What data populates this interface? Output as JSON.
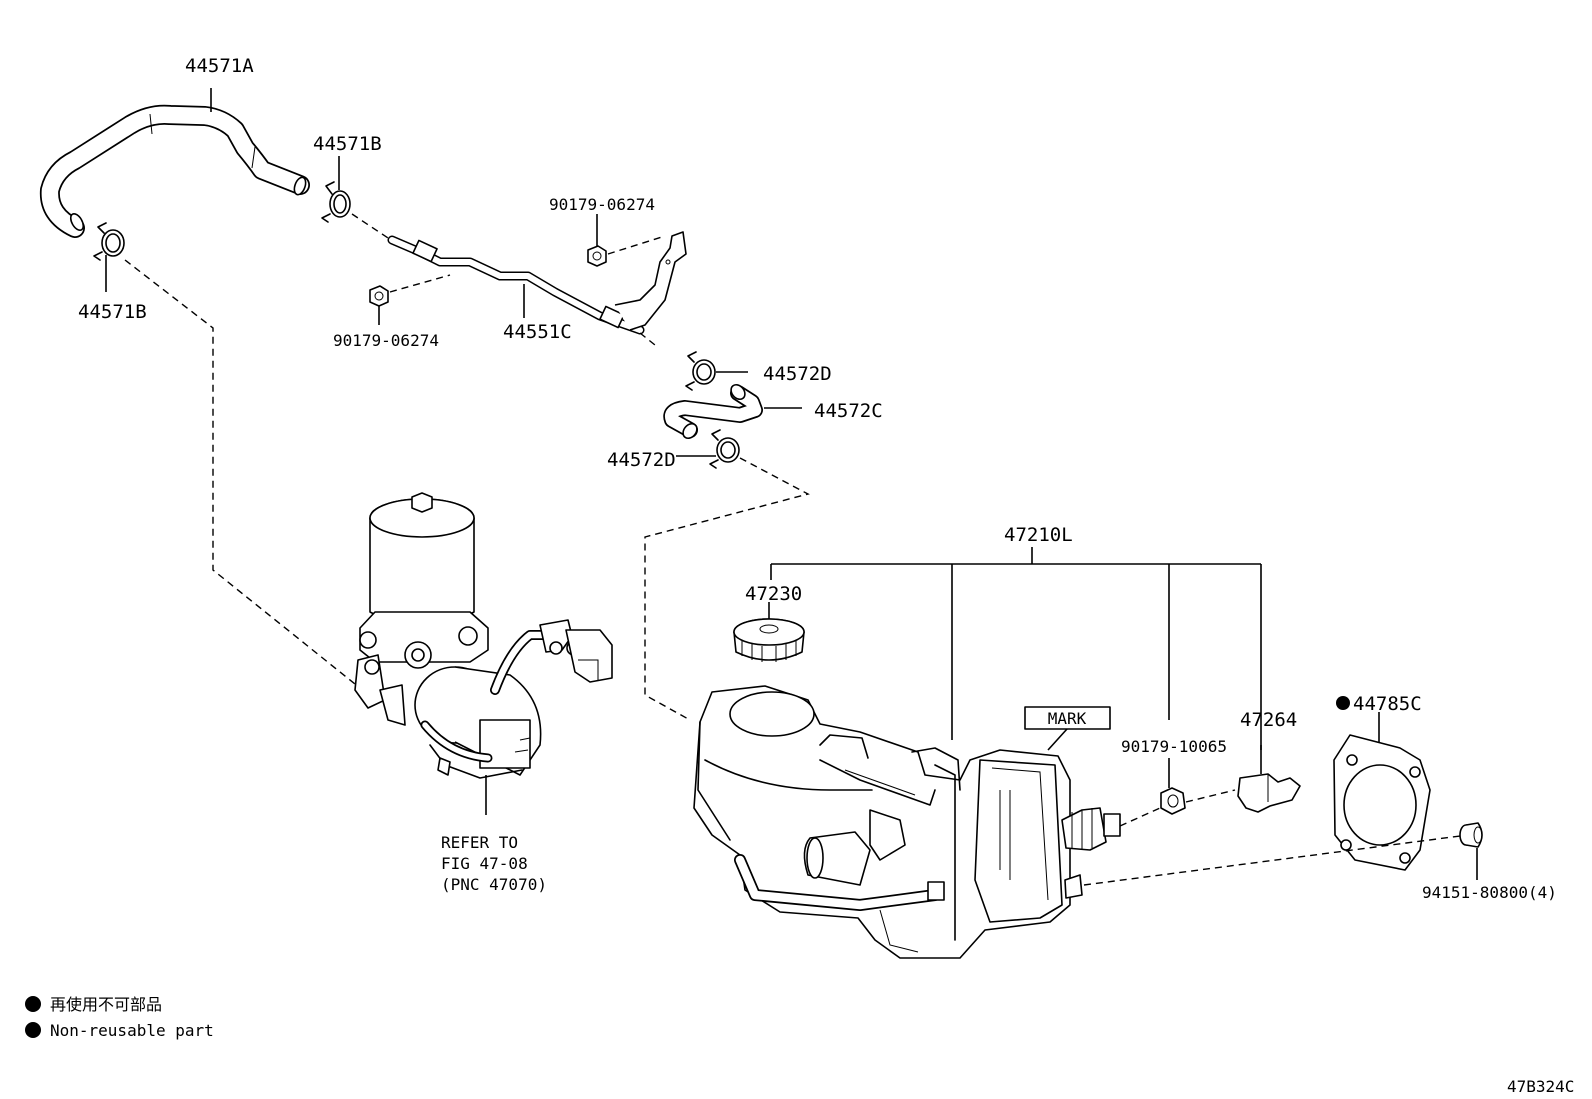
{
  "callouts": {
    "hose_a": "44571A",
    "clamp_b_top": "44571B",
    "clamp_b_left": "44571B",
    "nut_top": "90179-06274",
    "nut_left": "90179-06274",
    "pipe_c": "44551C",
    "clamp_d_top": "44572D",
    "hose_c": "44572C",
    "clamp_d_bottom": "44572D",
    "master_cylinder_assy": "47210L",
    "reservoir_cap": "47230",
    "mark": "MARK",
    "nut_right": "90179-10065",
    "bracket": "47264",
    "gasket": "44785C",
    "bolt": "94151-80800(4)"
  },
  "refer": {
    "line1": "REFER TO",
    "line2": "FIG 47-08",
    "line3": "(PNC 47070)"
  },
  "legend": {
    "japanese": "再使用不可部品",
    "english": "Non-reusable part"
  },
  "figure_code": "47B324C"
}
